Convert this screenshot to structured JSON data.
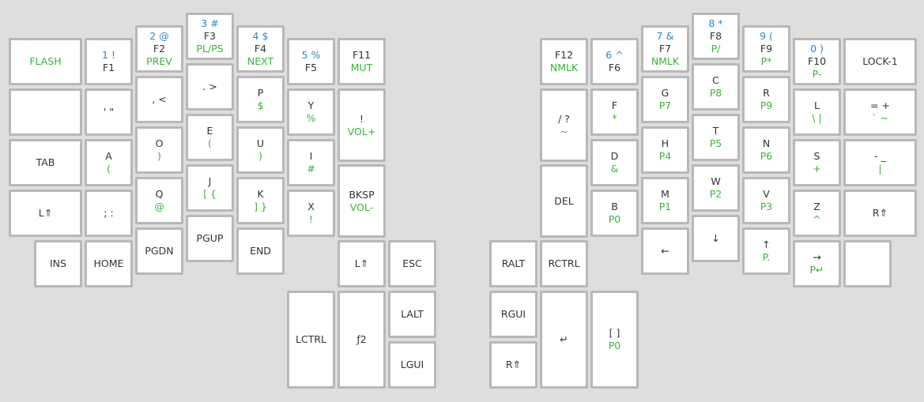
{
  "keys": [
    {
      "id": "flash",
      "t": "",
      "m": "",
      "b": "FLASH"
    },
    {
      "id": "f1",
      "t": "1 !",
      "m": "F1",
      "b": ""
    },
    {
      "id": "f2",
      "t": "2 @",
      "m": "F2",
      "b": "PREV"
    },
    {
      "id": "f3",
      "t": "3 #",
      "m": "F3",
      "b": "PL/PS"
    },
    {
      "id": "f4",
      "t": "4 $",
      "m": "F4",
      "b": "NEXT"
    },
    {
      "id": "f5",
      "t": "5 %",
      "m": "F5",
      "b": ""
    },
    {
      "id": "f11",
      "t": "",
      "m": "F11",
      "b": "MUT"
    },
    {
      "id": "blank-l",
      "t": "",
      "m": "",
      "b": ""
    },
    {
      "id": "quote",
      "t": "",
      "m": "' \"",
      "b": ""
    },
    {
      "id": "comma",
      "t": "",
      "m": ", <",
      "b": ""
    },
    {
      "id": "dot",
      "t": "",
      "m": ". >",
      "b": ""
    },
    {
      "id": "p",
      "t": "",
      "m": "P",
      "b": "$"
    },
    {
      "id": "y",
      "t": "",
      "m": "Y",
      "b": "%"
    },
    {
      "id": "excl",
      "t": "",
      "m": "!",
      "b": "VOL+"
    },
    {
      "id": "tab",
      "t": "",
      "m": "TAB",
      "b": ""
    },
    {
      "id": "a",
      "t": "",
      "m": "A",
      "b": "("
    },
    {
      "id": "o",
      "t": "",
      "m": "O",
      "b": ")"
    },
    {
      "id": "e",
      "t": "",
      "m": "E",
      "b": "("
    },
    {
      "id": "u",
      "t": "",
      "m": "U",
      "b": ")"
    },
    {
      "id": "i",
      "t": "",
      "m": "I",
      "b": "#"
    },
    {
      "id": "lshift",
      "t": "",
      "m": "L⇑",
      "b": ""
    },
    {
      "id": "semi",
      "t": "",
      "m": "; :",
      "b": ""
    },
    {
      "id": "q",
      "t": "",
      "m": "Q",
      "b": "@"
    },
    {
      "id": "j",
      "t": "",
      "m": "J",
      "b": "[ {"
    },
    {
      "id": "k",
      "t": "",
      "m": "K",
      "b": "] }"
    },
    {
      "id": "x",
      "t": "",
      "m": "X",
      "b": "!"
    },
    {
      "id": "bksp",
      "t": "",
      "m": "BKSP",
      "b": "VOL-"
    },
    {
      "id": "ins",
      "t": "",
      "m": "INS",
      "b": ""
    },
    {
      "id": "home",
      "t": "",
      "m": "HOME",
      "b": ""
    },
    {
      "id": "pgdn",
      "t": "",
      "m": "PGDN",
      "b": ""
    },
    {
      "id": "pgup",
      "t": "",
      "m": "PGUP",
      "b": ""
    },
    {
      "id": "end",
      "t": "",
      "m": "END",
      "b": ""
    },
    {
      "id": "lshift2",
      "t": "",
      "m": "L⇑",
      "b": ""
    },
    {
      "id": "esc",
      "t": "",
      "m": "ESC",
      "b": ""
    },
    {
      "id": "lalt",
      "t": "",
      "m": "LALT",
      "b": ""
    },
    {
      "id": "lctrl",
      "t": "",
      "m": "LCTRL",
      "b": ""
    },
    {
      "id": "fn2",
      "t": "",
      "m": "ƒ2",
      "b": ""
    },
    {
      "id": "lgui",
      "t": "",
      "m": "LGUI",
      "b": ""
    },
    {
      "id": "f12",
      "t": "",
      "m": "F12",
      "b": "NMLK"
    },
    {
      "id": "f6",
      "t": "6 ^",
      "m": "F6",
      "b": ""
    },
    {
      "id": "f7",
      "t": "7 &",
      "m": "F7",
      "b": "NMLK"
    },
    {
      "id": "f8",
      "t": "8 *",
      "m": "F8",
      "b": "P/"
    },
    {
      "id": "f9",
      "t": "9 (",
      "m": "F9",
      "b": "P*"
    },
    {
      "id": "f10",
      "t": "0 )",
      "m": "F10",
      "b": "P-"
    },
    {
      "id": "lock1",
      "t": "",
      "m": "LOCK-1",
      "b": ""
    },
    {
      "id": "slash",
      "t": "",
      "m": "/ ?",
      "b": "~"
    },
    {
      "id": "f",
      "t": "",
      "m": "F",
      "b": "*"
    },
    {
      "id": "g",
      "t": "",
      "m": "G",
      "b": "P7"
    },
    {
      "id": "c",
      "t": "",
      "m": "C",
      "b": "P8"
    },
    {
      "id": "r",
      "t": "",
      "m": "R",
      "b": "P9"
    },
    {
      "id": "l",
      "t": "",
      "m": "L",
      "b": "\\ |"
    },
    {
      "id": "equal",
      "t": "",
      "m": "= +",
      "b": "` ~"
    },
    {
      "id": "d",
      "t": "",
      "m": "D",
      "b": "&"
    },
    {
      "id": "h",
      "t": "",
      "m": "H",
      "b": "P4"
    },
    {
      "id": "t",
      "t": "",
      "m": "T",
      "b": "P5"
    },
    {
      "id": "n",
      "t": "",
      "m": "N",
      "b": "P6"
    },
    {
      "id": "s",
      "t": "",
      "m": "S",
      "b": "+"
    },
    {
      "id": "minus",
      "t": "",
      "m": "- _",
      "b": "|"
    },
    {
      "id": "del",
      "t": "",
      "m": "DEL",
      "b": ""
    },
    {
      "id": "b",
      "t": "",
      "m": "B",
      "b": "P0"
    },
    {
      "id": "m",
      "t": "",
      "m": "M",
      "b": "P1"
    },
    {
      "id": "w",
      "t": "",
      "m": "W",
      "b": "P2"
    },
    {
      "id": "v",
      "t": "",
      "m": "V",
      "b": "P3"
    },
    {
      "id": "z",
      "t": "",
      "m": "Z",
      "b": "^"
    },
    {
      "id": "rshift",
      "t": "",
      "m": "R⇑",
      "b": ""
    },
    {
      "id": "left",
      "t": "",
      "m": "←",
      "b": ""
    },
    {
      "id": "down",
      "t": "",
      "m": "↓",
      "b": ""
    },
    {
      "id": "up",
      "t": "",
      "m": "↑",
      "b": "P."
    },
    {
      "id": "right",
      "t": "",
      "m": "→",
      "b": "P↵"
    },
    {
      "id": "blank-r",
      "t": "",
      "m": "",
      "b": ""
    },
    {
      "id": "ralt",
      "t": "",
      "m": "RALT",
      "b": ""
    },
    {
      "id": "rctrl",
      "t": "",
      "m": "RCTRL",
      "b": ""
    },
    {
      "id": "rgui",
      "t": "",
      "m": "RGUI",
      "b": ""
    },
    {
      "id": "enter",
      "t": "",
      "m": "↵",
      "b": ""
    },
    {
      "id": "bracket",
      "t": "",
      "m": "[ ]",
      "b": "P0"
    },
    {
      "id": "rshift2",
      "t": "",
      "m": "R⇑",
      "b": ""
    }
  ]
}
